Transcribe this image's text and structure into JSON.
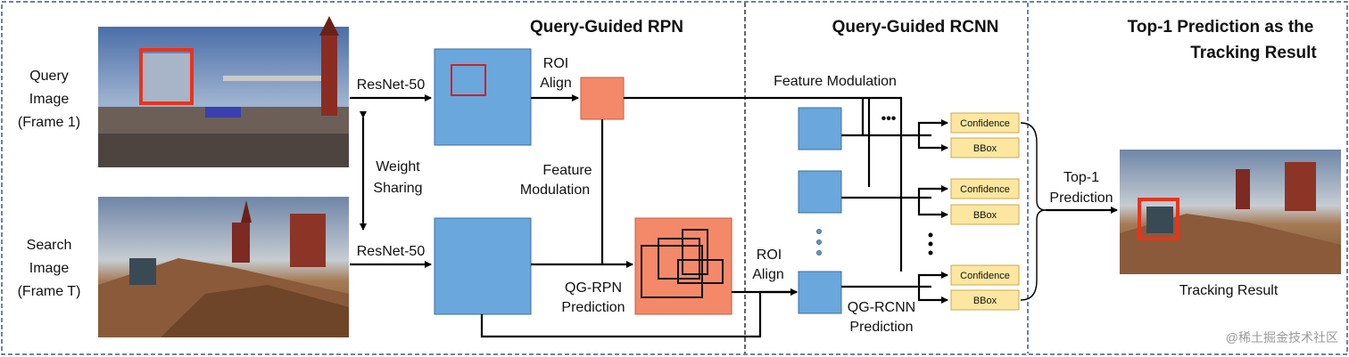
{
  "sections": {
    "rpn_title": "Query-Guided RPN",
    "rcnn_title": "Query-Guided RCNN",
    "result_title_line1": "Top-1 Prediction as the",
    "result_title_line2": "Tracking Result"
  },
  "inputs": {
    "query_line1": "Query",
    "query_line2": "Image",
    "query_line3": "(Frame 1)",
    "search_line1": "Search",
    "search_line2": "Image",
    "search_line3": "(Frame T)"
  },
  "labels": {
    "resnet_top": "ResNet-50",
    "resnet_bottom": "ResNet-50",
    "weight_sharing_line1": "Weight",
    "weight_sharing_line2": "Sharing",
    "roi_align_top_line1": "ROI",
    "roi_align_top_line2": "Align",
    "feature_modulation_line1": "Feature",
    "feature_modulation_line2": "Modulation",
    "qg_rpn_line1": "QG-RPN",
    "qg_rpn_line2": "Prediction",
    "feature_modulation_rcnn": "Feature Modulation",
    "roi_align_bottom_line1": "ROI",
    "roi_align_bottom_line2": "Align",
    "qg_rcnn_line1": "QG-RCNN",
    "qg_rcnn_line2": "Prediction",
    "ellipsis_horizontal": "•••",
    "top1_line1": "Top-1",
    "top1_line2": "Prediction",
    "tracking_result": "Tracking Result"
  },
  "outputs": [
    {
      "confidence": "Confidence",
      "bbox": "BBox"
    },
    {
      "confidence": "Confidence",
      "bbox": "BBox"
    },
    {
      "confidence": "Confidence",
      "bbox": "BBox"
    }
  ],
  "watermark": "@稀土掘金技术社区",
  "colors": {
    "feature_map": "#6aa7dd",
    "roi_feature": "#f4896a",
    "output_box": "#fde7a0",
    "highlight_box": "#e8341c",
    "border": "#3a5a8a"
  }
}
